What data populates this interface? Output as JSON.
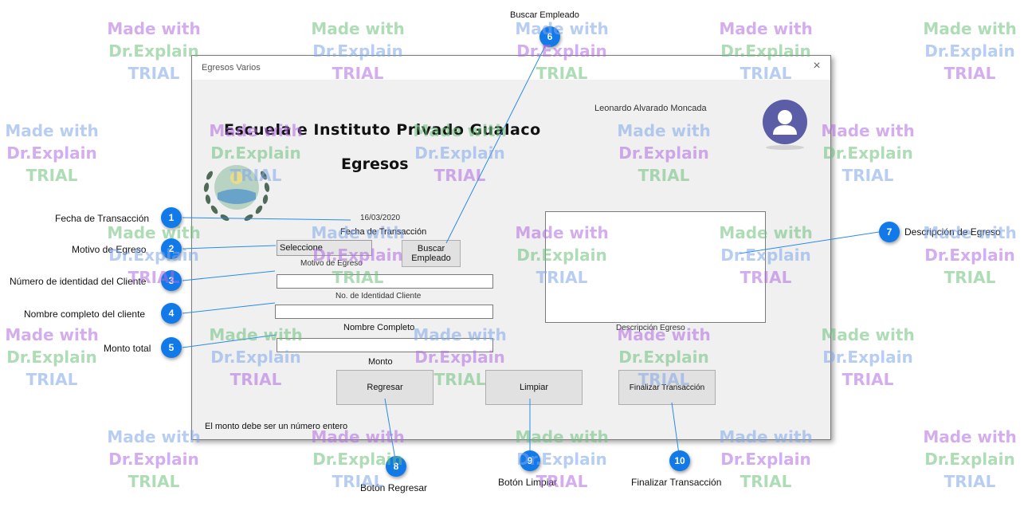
{
  "window": {
    "title": "Egresos Varios",
    "close_symbol": "×",
    "school_name": "Escuela e Instituto Privado Gualaco",
    "page_title": "Egresos",
    "user_name": "Leonardo Alvarado Moncada",
    "date_value": "16/03/2020",
    "label_fecha_transaccion": "Fecha de Transacción",
    "select_placeholder": "Seleccione",
    "label_motivo_egreso": "Motivo de Egreso",
    "label_id_cliente": "No. de Identidad Cliente",
    "label_nombre_completo": "Nombre Completo",
    "label_monto": "Monto",
    "buscar_empleado_label": "Buscar Empleado",
    "panel_label": "Descripción Egreso",
    "regresar_label": "Regresar",
    "limpiar_label": "Limpiar",
    "finalizar_label": "Finalizar Transacción",
    "status_text": "El monto debe ser un número entero"
  },
  "callouts": [
    {
      "number": "1",
      "text": "Fecha de Transacción"
    },
    {
      "number": "2",
      "text": "Motivo de Egreso"
    },
    {
      "number": "3",
      "text": "Número de identidad del Cliente"
    },
    {
      "number": "4",
      "text": "Nombre completo del cliente"
    },
    {
      "number": "5",
      "text": "Monto total"
    },
    {
      "number": "6",
      "text": "Buscar Empleado"
    },
    {
      "number": "7",
      "text": "Descripción de Egreso"
    },
    {
      "number": "8",
      "text": "Botón Regresar"
    },
    {
      "number": "9",
      "text": "Botón Limpiar"
    },
    {
      "number": "10",
      "text": "Finalizar Transacción"
    }
  ],
  "watermark": {
    "line1": "Made with",
    "line2": "Dr.Explain",
    "line3": "TRIAL"
  },
  "colors": {
    "badge": "#1279e8",
    "avatar": "#5b5ea6",
    "window_bg": "#f0f0f0"
  },
  "icons": {
    "avatar": "user-avatar-icon",
    "logo": "school-logo-icon",
    "close": "close-icon"
  }
}
